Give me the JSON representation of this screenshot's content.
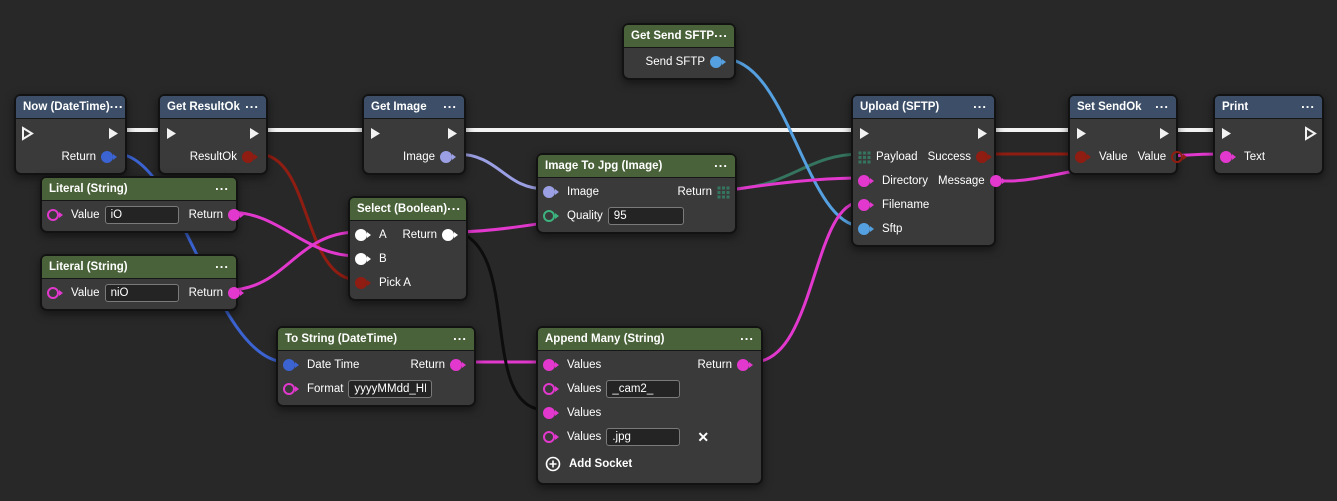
{
  "palette": {
    "flow": "#f2f2f2",
    "datetime": "#3b63d1",
    "sftp": "#55a0e0",
    "image": "#9b9fe3",
    "string": "#e238ce",
    "status": "#8f1d12",
    "object": "#ffffff",
    "bytes": "#35755f",
    "number": "#3cb37e",
    "wire_object": "#0d0d0d",
    "title_blue": "#3d4f68",
    "title_green": "#4a6239"
  },
  "ui": {
    "menu_icon": "...",
    "delete_icon": "✕"
  },
  "nodes": {
    "now": {
      "title": "Now (DateTime)",
      "return_label": "Return"
    },
    "get_resultok": {
      "title": "Get ResultOk",
      "resultok_label": "ResultOk"
    },
    "get_image": {
      "title": "Get Image",
      "image_label": "Image"
    },
    "get_send_sftp": {
      "title": "Get Send SFTP",
      "send_sftp_label": "Send SFTP"
    },
    "image_to_jpg": {
      "title": "Image To Jpg (Image)",
      "image_label": "Image",
      "quality_label": "Quality",
      "quality_value": "95",
      "return_label": "Return"
    },
    "select": {
      "title": "Select (Boolean)",
      "a_label": "A",
      "b_label": "B",
      "pick_a_label": "Pick A",
      "return_label": "Return"
    },
    "literal_1": {
      "title": "Literal (String)",
      "value_label": "Value",
      "value": "iO",
      "return_label": "Return"
    },
    "literal_2": {
      "title": "Literal (String)",
      "value_label": "Value",
      "value": "niO",
      "return_label": "Return"
    },
    "to_string": {
      "title": "To String (DateTime)",
      "datetime_label": "Date Time",
      "format_label": "Format",
      "format_value": "yyyyMMdd_HH",
      "return_label": "Return"
    },
    "append_many": {
      "title": "Append Many (String)",
      "values_label": "Values",
      "value_2": "_cam2_",
      "value_4": ".jpg",
      "return_label": "Return",
      "add_socket_label": "Add Socket"
    },
    "upload": {
      "title": "Upload (SFTP)",
      "payload_label": "Payload",
      "success_label": "Success",
      "directory_label": "Directory",
      "message_label": "Message",
      "filename_label": "Filename",
      "sftp_label": "Sftp"
    },
    "set_sendok": {
      "title": "Set SendOk",
      "value_in_label": "Value",
      "value_out_label": "Value"
    },
    "print": {
      "title": "Print",
      "text_label": "Text"
    }
  }
}
